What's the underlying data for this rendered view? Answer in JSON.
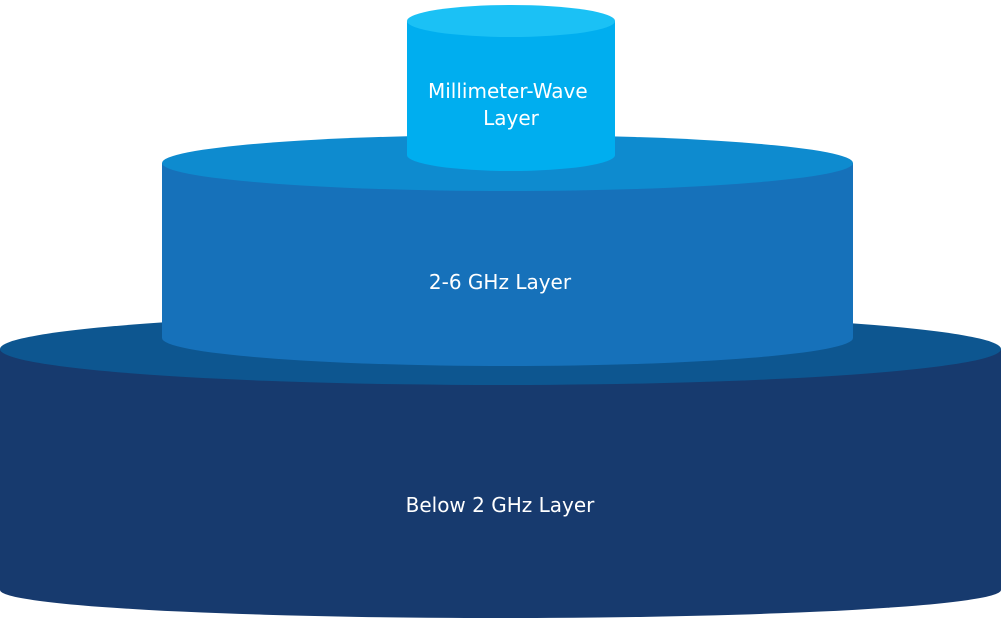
{
  "diagram": {
    "layers": [
      {
        "id": "bottom",
        "label_lines": [
          "Below 2 GHz Layer"
        ],
        "colors": {
          "body": "#173A6E",
          "top": "#0D5690"
        }
      },
      {
        "id": "middle",
        "label_lines": [
          "2-6 GHz Layer"
        ],
        "colors": {
          "body": "#1671BA",
          "top": "#0E8BCF"
        }
      },
      {
        "id": "top",
        "label_lines": [
          "Millimeter-Wave",
          "Layer"
        ],
        "colors": {
          "body": "#00AEEF",
          "top": "#1BC1F5"
        }
      }
    ]
  }
}
